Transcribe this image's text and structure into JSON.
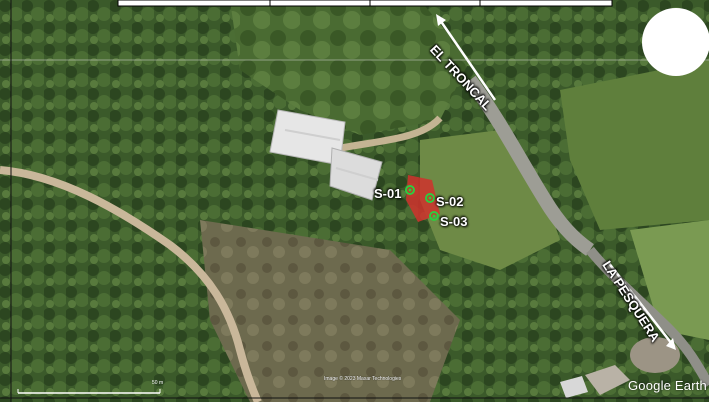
{
  "map": {
    "roads": {
      "north": "EL TRONCAL",
      "south": "LA PESQUERA"
    },
    "sites": [
      {
        "id": "S-01",
        "color": "#2ecc40"
      },
      {
        "id": "S-02",
        "color": "#2ecc40"
      },
      {
        "id": "S-03",
        "color": "#2ecc40"
      }
    ],
    "plot_color": "#d0312d",
    "attribution": "Image © 2023 Maxar Technologies",
    "scale_label": "50 m",
    "watermark": "Google Earth",
    "colors": {
      "vegetation_dark": "#2f4a22",
      "vegetation_mid": "#4a6b32",
      "field": "#6b8a45",
      "dirt_road": "#c9b79a",
      "roof": "#e6e6e6"
    }
  }
}
